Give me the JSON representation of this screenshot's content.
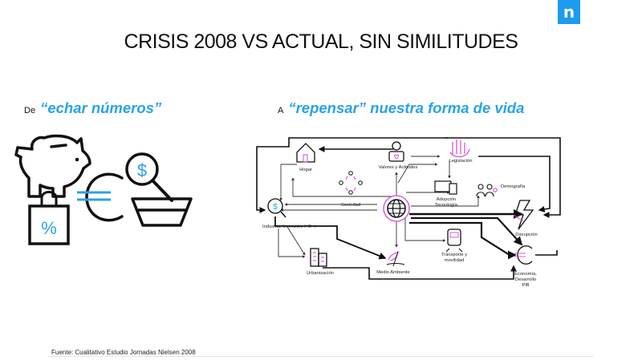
{
  "logo": "n",
  "title": "CRISIS 2008 VS ACTUAL, SIN SIMILITUDES",
  "left_heading": {
    "prefix": "De",
    "quote": "“echar números”"
  },
  "right_heading": {
    "prefix": "A",
    "quote": "“repensar” nuestra forma de vida"
  },
  "left_icons": {
    "piggy": "piggy-bank-icon",
    "coin": "dollar-magnifier-icon",
    "bag": "percent-bag-icon",
    "euro": "euro-icon",
    "basket": "basket-icon",
    "percent_symbol": "%",
    "dollar_symbol": "$"
  },
  "nodes": {
    "hogar": "Hogar",
    "valores": "Valores y Actitudes",
    "legislacion": "Legislación",
    "sociedad": "Sociedad",
    "adopcion1": "Adopción",
    "adopcion2": "Tecnología",
    "demografia": "Demografía",
    "industria": "Industria, Inversión, I+D+i",
    "disrupcion": "Disrupción",
    "transporte1": "Transporte y",
    "transporte2": "movilidad",
    "urbanizacion": "Urbanización",
    "medio": "Medio Ambiente",
    "economia1": "Economía,",
    "economia2": "Desarrollo",
    "economia3": "PIB"
  },
  "colors": {
    "accent": "#29a3e6",
    "magenta": "#d646d6",
    "ink": "#111111",
    "brand": "#1d9bf0"
  },
  "source": "Fuente: Cualitativo Estudio Jornadas Nielsen 2008"
}
